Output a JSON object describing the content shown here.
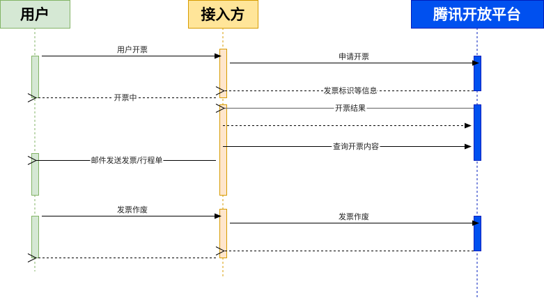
{
  "participants": {
    "user": "用户",
    "integrator": "接入方",
    "platform": "腾讯开放平台"
  },
  "messages": {
    "m1": "用户开票",
    "m2": "申请开票",
    "m3": "发票标识等信息",
    "m4": "开票中",
    "m5": "开票结果",
    "m7": "查询开票内容",
    "m8": "邮件发送发票/行程单",
    "m9": "发票作废",
    "m10": "发票作废"
  },
  "colors": {
    "user_fill": "#d5e8d4",
    "user_stroke": "#82b366",
    "integrator_fill": "#ffe599",
    "integrator_stroke": "#d79b00",
    "platform_fill": "#0050ef",
    "platform_stroke": "#001dbc"
  }
}
